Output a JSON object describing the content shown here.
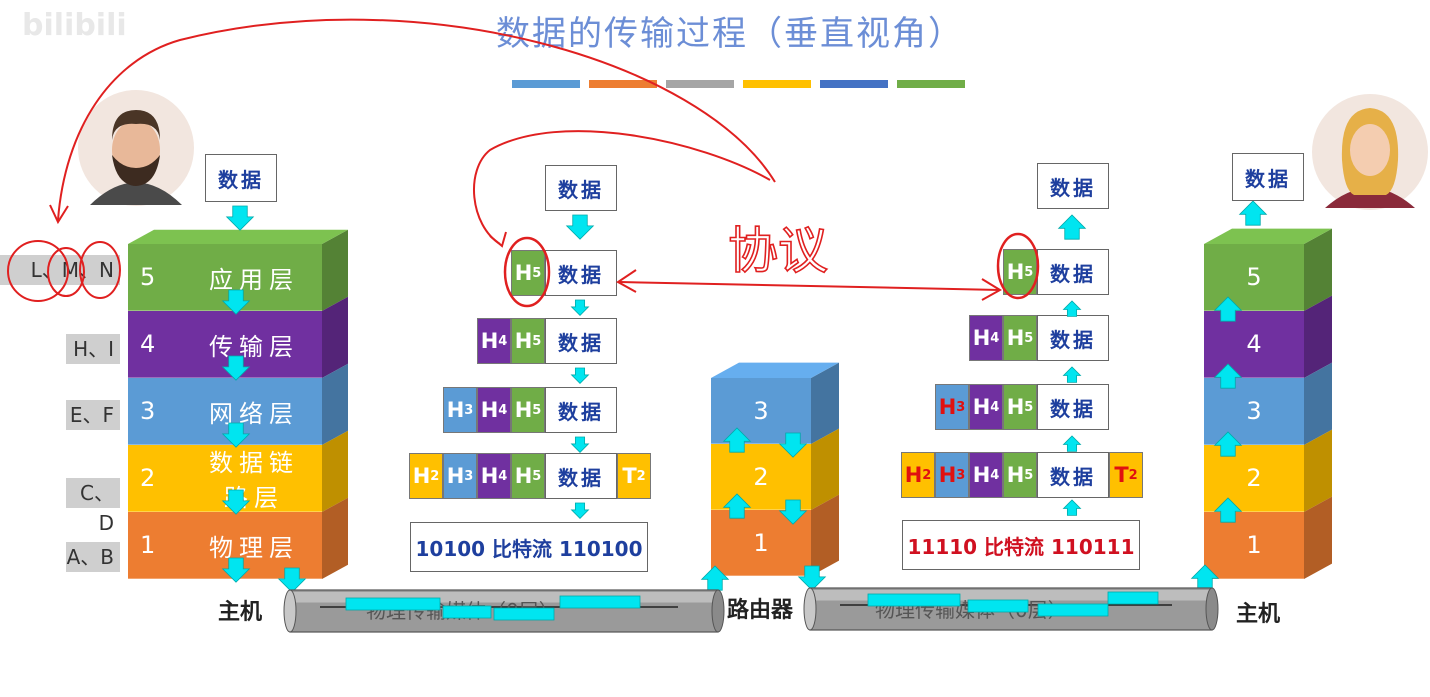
{
  "title": "数据的传输过程（垂直视角）",
  "watermark": "bilibili",
  "stripe_colors": [
    "#5b9bd5",
    "#ed7d31",
    "#a5a5a5",
    "#ffc000",
    "#4472c4",
    "#70ad47"
  ],
  "colors": {
    "application": "#70ad47",
    "transport": "#7030a0",
    "network": "#5b9bd5",
    "datalink": "#ffc000",
    "physical": "#ed7d31",
    "arrow": "#00e5f0",
    "annotation": "#e02020"
  },
  "left_side_labels": [
    "L、M、N",
    "H、I",
    "E、F",
    "C、D",
    "A、B"
  ],
  "left_host": {
    "data_label": "数据",
    "layers": [
      {
        "num": "5",
        "name": "应用层"
      },
      {
        "num": "4",
        "name": "传输层"
      },
      {
        "num": "3",
        "name": "网络层"
      },
      {
        "num": "2",
        "name": "数据链路层"
      },
      {
        "num": "1",
        "name": "物理层"
      }
    ],
    "label": "主机"
  },
  "sender_encap": {
    "data_label": "数据",
    "rows": [
      {
        "headers": [],
        "trailer": ""
      },
      {
        "headers": [
          {
            "t": "H",
            "s": "5"
          }
        ],
        "trailer": ""
      },
      {
        "headers": [
          {
            "t": "H",
            "s": "4"
          },
          {
            "t": "H",
            "s": "5"
          }
        ],
        "trailer": ""
      },
      {
        "headers": [
          {
            "t": "H",
            "s": "3"
          },
          {
            "t": "H",
            "s": "4"
          },
          {
            "t": "H",
            "s": "5"
          }
        ],
        "trailer": ""
      },
      {
        "headers": [
          {
            "t": "H",
            "s": "2"
          },
          {
            "t": "H",
            "s": "3"
          },
          {
            "t": "H",
            "s": "4"
          },
          {
            "t": "H",
            "s": "5"
          }
        ],
        "trailer": "T2"
      }
    ],
    "bitstream": "10100 比特流 110100"
  },
  "router": {
    "layers": [
      "3",
      "2",
      "1"
    ],
    "label": "路由器"
  },
  "receiver_decap": {
    "data_label": "数据",
    "bitstream": "11110 比特流 110111"
  },
  "right_host": {
    "data_label": "数据",
    "layers": [
      "5",
      "4",
      "3",
      "2",
      "1"
    ],
    "label": "主机"
  },
  "medium": {
    "label_left": "物理传输媒体（0层）",
    "label_right": "物理传输媒体（0层）"
  },
  "annotation_text": "协议"
}
